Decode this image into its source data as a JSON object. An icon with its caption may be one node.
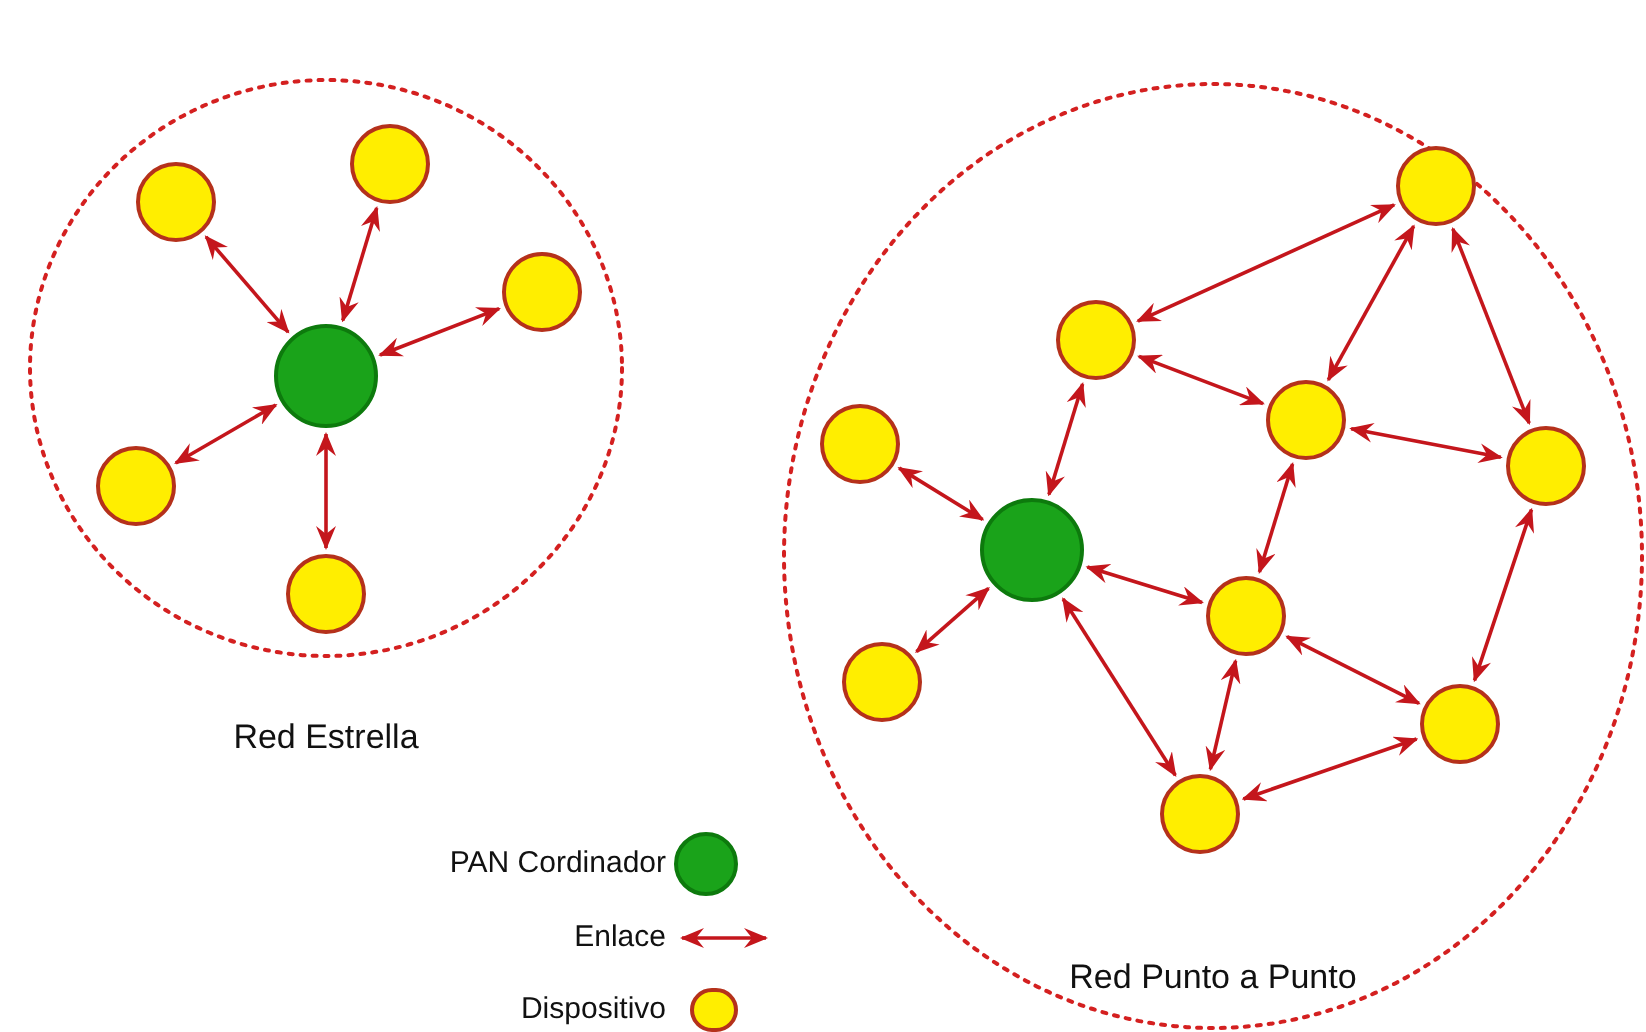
{
  "diagram": {
    "nodes": [
      {
        "text": [
          "Red Estrella"
        ]
      },
      {
        "text": [],
        "shape": "circle",
        "in": 0
      },
      {
        "text": [],
        "shape": "circle",
        "in": 0
      },
      {
        "text": [],
        "shape": "circle",
        "in": 0
      },
      {
        "text": [],
        "shape": "circle",
        "in": 0
      },
      {
        "text": [],
        "shape": "circle",
        "in": 0
      },
      {
        "text": [],
        "shape": "circle",
        "in": 0
      },
      {
        "text": [
          "Red Punto a Punto"
        ]
      },
      {
        "text": [],
        "shape": "circle",
        "in": 7
      },
      {
        "text": [],
        "shape": "circle",
        "in": 7
      },
      {
        "text": [],
        "shape": "circle",
        "in": 7
      },
      {
        "text": [],
        "shape": "circle",
        "in": 7
      },
      {
        "text": [],
        "shape": "circle",
        "in": 7
      },
      {
        "text": [],
        "shape": "circle",
        "in": 7
      },
      {
        "text": [],
        "shape": "circle",
        "in": 7
      },
      {
        "text": [],
        "shape": "circle",
        "in": 7
      },
      {
        "text": [],
        "shape": "circle",
        "in": 7
      },
      {
        "text": [],
        "shape": "circle",
        "in": 7
      }
    ],
    "edges": [
      {
        "from": 1,
        "to": 2,
        "arrow": "both"
      },
      {
        "from": 1,
        "to": 3,
        "arrow": "both"
      },
      {
        "from": 1,
        "to": 4,
        "arrow": "both"
      },
      {
        "from": 1,
        "to": 5,
        "arrow": "both"
      },
      {
        "from": 1,
        "to": 6,
        "arrow": "both"
      },
      {
        "from": 8,
        "to": 9,
        "arrow": "both"
      },
      {
        "from": 8,
        "to": 10,
        "arrow": "both"
      },
      {
        "from": 8,
        "to": 11,
        "arrow": "both"
      },
      {
        "from": 15,
        "to": 11,
        "arrow": "both"
      },
      {
        "from": 15,
        "to": 14,
        "arrow": "both"
      },
      {
        "from": 15,
        "to": 17,
        "arrow": "both"
      },
      {
        "from": 11,
        "to": 14,
        "arrow": "both"
      },
      {
        "from": 14,
        "to": 17,
        "arrow": "both"
      },
      {
        "from": 14,
        "to": 13,
        "arrow": "both"
      },
      {
        "from": 8,
        "to": 13,
        "arrow": "both"
      },
      {
        "from": 8,
        "to": 12,
        "arrow": "both"
      },
      {
        "from": 13,
        "to": 12,
        "arrow": "both"
      },
      {
        "from": 13,
        "to": 16,
        "arrow": "both"
      },
      {
        "from": 17,
        "to": 16,
        "arrow": "both"
      },
      {
        "from": 16,
        "to": 12,
        "arrow": "both"
      }
    ],
    "legend": [
      {
        "text": "PAN Cordinador"
      },
      {
        "text": "Enlace"
      },
      {
        "text": "Dispositivo"
      }
    ]
  }
}
